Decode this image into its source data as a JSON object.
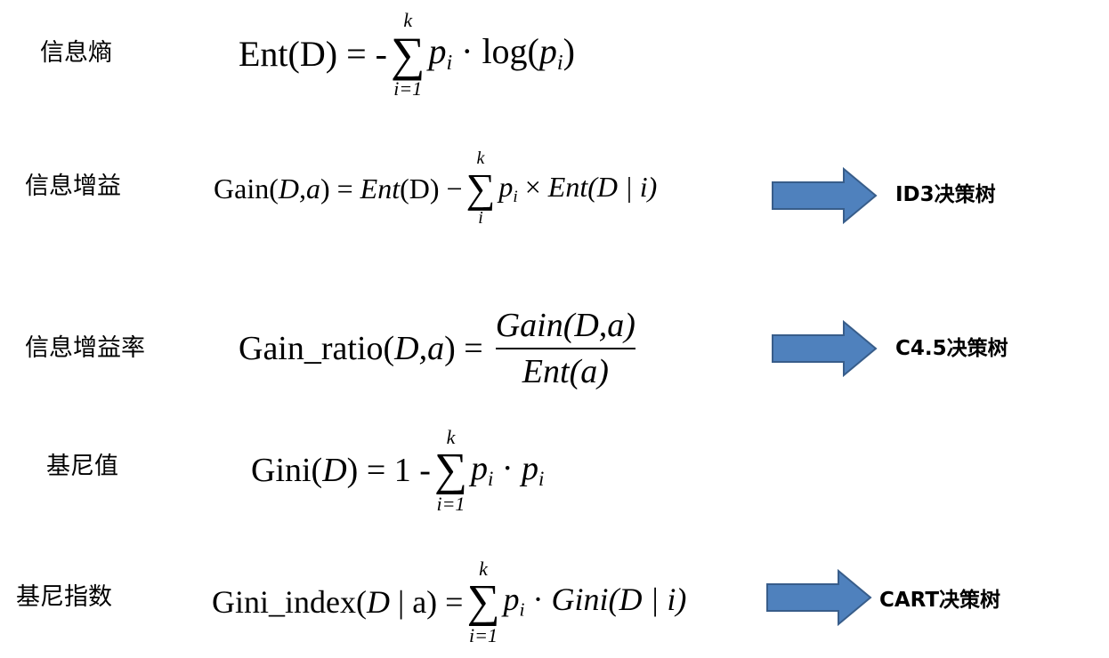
{
  "rows": [
    {
      "label": "信息熵",
      "lhs": "Ent(D) = -",
      "sum_top": "k",
      "sum_bottom": "i=1",
      "p": "p",
      "i": "i",
      "rest1": " · log(",
      "p2": "p",
      "i2": "i",
      "rest2": ")"
    },
    {
      "label": "信息增益",
      "lhs": "Gain(",
      "lhs_vars": "D,a",
      "eq": ") = ",
      "ent": "Ent",
      "entD": "(D) − ",
      "sum_top": "k",
      "sum_bottom": "i",
      "p": "p",
      "i": "i",
      "rest": " × ",
      "ent2": "Ent",
      "rest2": "(D | i)",
      "result": "ID3决策树"
    },
    {
      "label": "信息增益率",
      "lhs": "Gain_ratio(",
      "lhs_vars": "D,a",
      "eq": ") =",
      "numerator": "Gain(D,a)",
      "denominator": "Ent(a)",
      "result": "C4.5决策树"
    },
    {
      "label": "基尼值",
      "lhs": "Gini(",
      "lhs_var": "D",
      "eq": ") = 1 - ",
      "sum_top": "k",
      "sum_bottom": "i=1",
      "p": "p",
      "i": "i",
      "dot": " · ",
      "p2": "p",
      "i2": "i"
    },
    {
      "label": "基尼指数",
      "lhs": "Gini_index(",
      "lhs_var": "D",
      "eq": " | a) = ",
      "sum_top": "k",
      "sum_bottom": "i=1",
      "p": "p",
      "i": "i",
      "dot": " · ",
      "gini": "Gini(D | i)",
      "result": "CART决策树"
    }
  ],
  "sigma": "∑",
  "colors": {
    "arrow_fill": "#4f81bd",
    "arrow_stroke": "#385d8a"
  }
}
